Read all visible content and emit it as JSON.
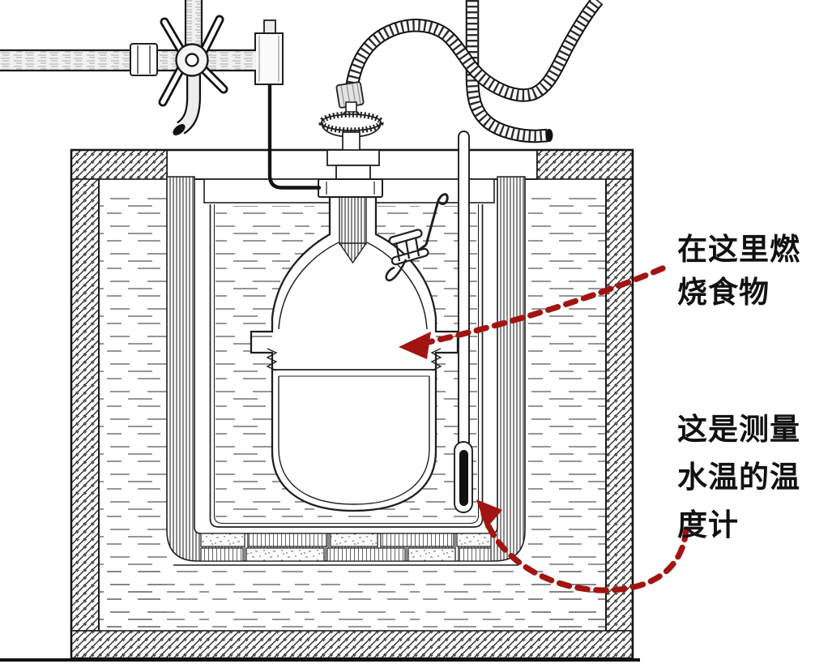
{
  "annotations": [
    {
      "id": "burn-label",
      "lines": [
        "在这里燃",
        "烧食物"
      ]
    },
    {
      "id": "thermo-label",
      "lines": [
        "这是测量",
        "水温的温",
        "度计"
      ]
    }
  ],
  "colors": {
    "annotation_red": "#a21411",
    "ink": "#1f1f1f",
    "paper": "#ffffff"
  }
}
